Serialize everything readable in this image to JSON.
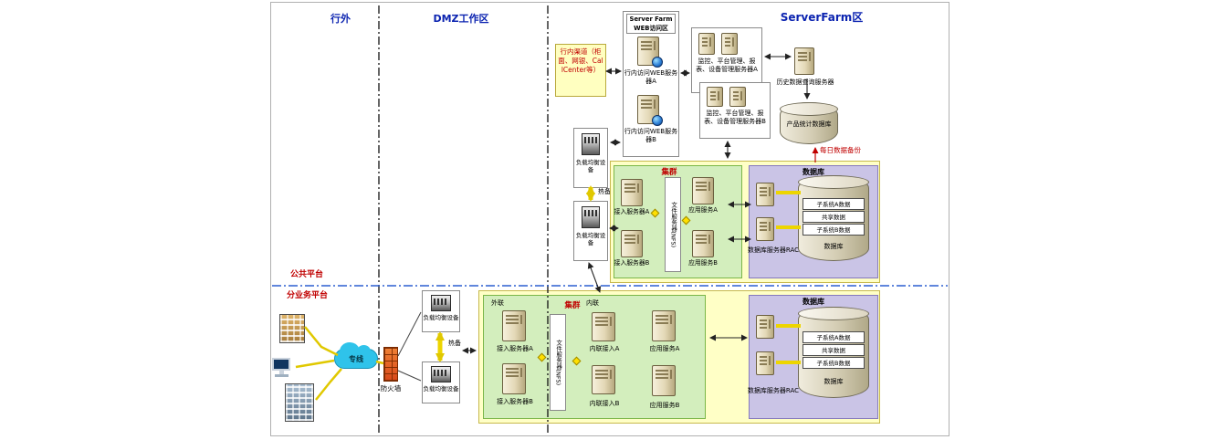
{
  "zones": {
    "outside": "行外",
    "dmz": "DMZ工作区",
    "serverfarm": "ServerFarm区",
    "public_platform": "公共平台",
    "sub_platform": "分业务平台"
  },
  "top": {
    "channel": "行内渠道（柜面、网银、CallCenter等）",
    "web_zone_line1": "Server Farm",
    "web_zone_line2": "WEB访问区",
    "web_server_a": "行内访问WEB服务器A",
    "web_server_b": "行内访问WEB服务器B",
    "lb_a": "负载均衡设备",
    "lb_b": "负载均衡设备",
    "hot_standby": "热备",
    "mgmt_a": "监控、平台管理、报表、设备管理服务器A",
    "mgmt_b": "监控、平台管理、报表、设备管理服务器B",
    "history_server": "历史数据查询服务器",
    "product_db": "产品统计数据库",
    "daily_backup": "每日数据备份"
  },
  "cluster_top": {
    "title": "集群",
    "access_a": "接入服务器A",
    "access_b": "接入服务器B",
    "nfs": "文件服务器(NFS)",
    "app_a": "应用服务A",
    "app_b": "应用服务B",
    "db_title": "数据库",
    "rac": "数据库服务器RAC",
    "band_a": "子系统A数据",
    "band_shared": "共享数据",
    "band_b": "子系统B数据",
    "db_label": "数据库"
  },
  "cluster_bottom": {
    "title": "集群",
    "outer": "外联",
    "inner": "内联",
    "access_a": "接入服务器A",
    "access_b": "接入服务器B",
    "nfs": "文件服务器(NFS)",
    "inner_a": "内联接入A",
    "inner_b": "内联接入B",
    "app_a": "应用服务A",
    "app_b": "应用服务B",
    "db_title": "数据库",
    "rac": "数据库服务器RAC",
    "band_a": "子系统A数据",
    "band_shared": "共享数据",
    "band_b": "子系统B数据",
    "db_label": "数据库"
  },
  "access": {
    "leased_line": "专线",
    "firewall": "防火墙",
    "lb_a": "负载均衡设备",
    "lb_b": "负载均衡设备",
    "hot_standby": "热备"
  },
  "colors": {
    "zone_title": "#0b23b0",
    "highlight_red": "#c00000",
    "cluster_yellow": "#ffffc6",
    "cluster_green": "#d3eebd",
    "db_purple": "#cac4e6",
    "link_yellow": "#edd500"
  }
}
